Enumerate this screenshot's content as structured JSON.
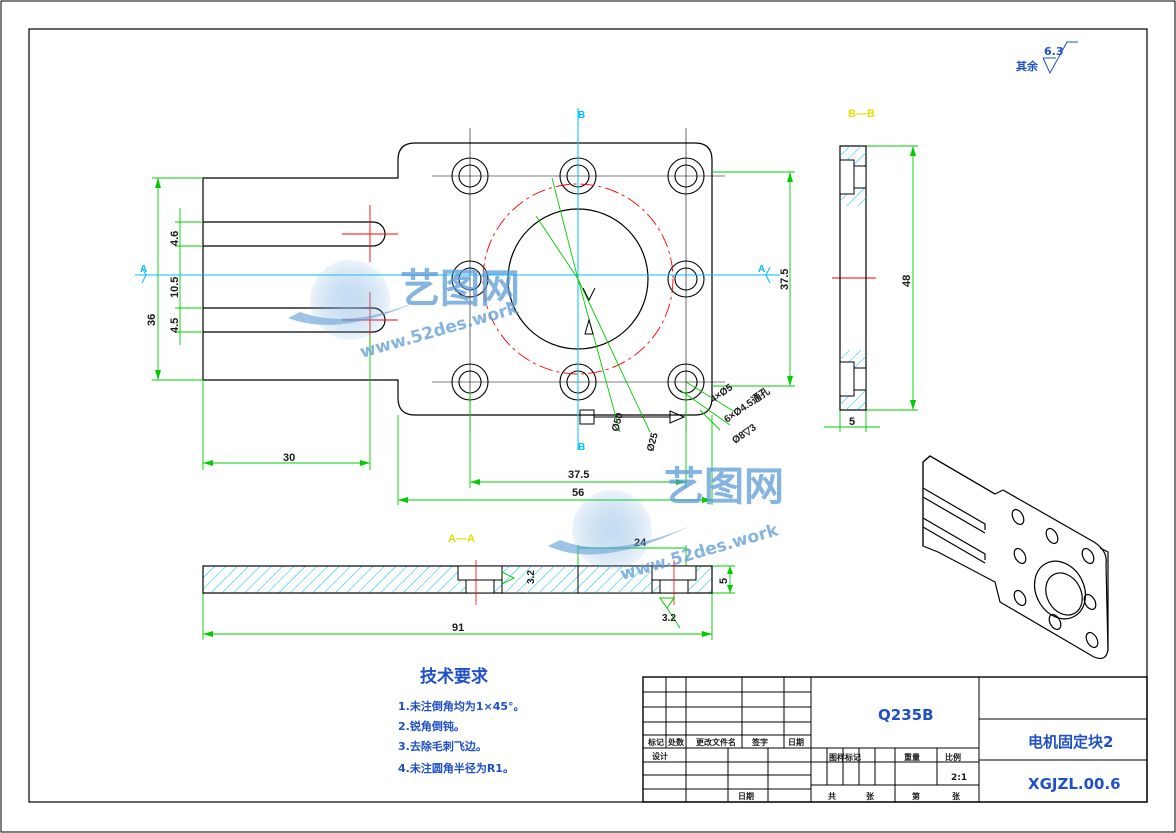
{
  "colors": {
    "outline": "#000000",
    "dimension": "#00cc00",
    "center": "#ff0000",
    "cut_plane": "#00bfff",
    "hatch": "#00bfff",
    "section_label": "#e0e000",
    "text_blue": "#2050c8",
    "watermark": "#5b9bd5"
  },
  "roughness": {
    "label": "其余",
    "value": "6.3"
  },
  "dims": {
    "d4_6": "4.6",
    "d10_5": "10.5",
    "d4_5": "4.5",
    "d36": "36",
    "d37_5v": "37.5",
    "d48": "48",
    "d5_side": "5",
    "d30": "30",
    "d37_5h": "37.5",
    "d56": "56",
    "d24": "24",
    "d91": "91",
    "d5_sec": "5",
    "phi50": "Ø50",
    "phi25": "Ø25",
    "holes1": "4×Ø5",
    "holes2": "6×Ø4.5通孔",
    "holes3": "Ø8▽3",
    "rough1": "3.2",
    "rough2": "3.2"
  },
  "section_labels": {
    "bb": "B—B",
    "aa": "A—A",
    "b": "B",
    "a": "A"
  },
  "tech": {
    "title": "技术要求",
    "items": [
      "1.未注倒角均为1×45°。",
      "2.锐角倒钝。",
      "3.去除毛刺飞边。",
      "4.未注圆角半径为R1。"
    ]
  },
  "titleblock": {
    "material": "Q235B",
    "name": "电机固定块2",
    "code": "XGJZL.00.6",
    "scale": "2:1",
    "h_mark": "标记",
    "h_count": "处数",
    "h_change": "更改文件名",
    "h_sign": "签字",
    "h_date": "日期",
    "h_design": "设计",
    "h_stage": "图样标记",
    "h_weight": "重量",
    "h_scale": "比例",
    "h_total": "共",
    "h_sheet": "张",
    "h_page": "第",
    "h_sheet2": "张",
    "h_date2": "日期"
  },
  "watermark": {
    "brand": "艺图网",
    "url": "www.52des.work"
  }
}
